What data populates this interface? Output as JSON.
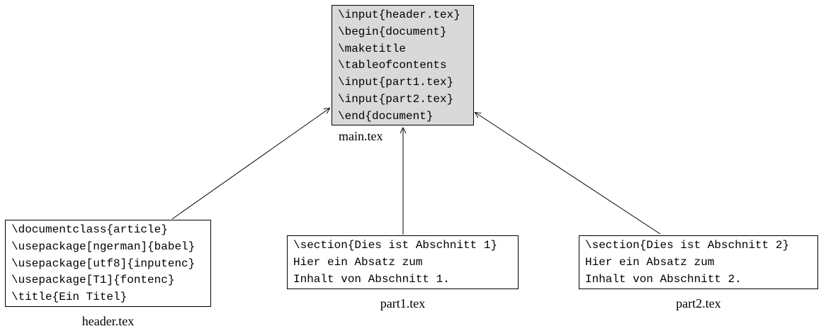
{
  "diagram": {
    "description": "LaTeX file inclusion structure",
    "colors": {
      "main_box_fill": "#d9d9d9",
      "sub_box_fill": "#ffffff",
      "box_border": "#000000",
      "arrow_color": "#000000",
      "text_color": "#000000"
    },
    "nodes": [
      {
        "id": "main",
        "label": "main.tex",
        "fill": "#d9d9d9",
        "code_lines": [
          "\\input{header.tex}",
          "\\begin{document}",
          "\\maketitle",
          "\\tableofcontents",
          "\\input{part1.tex}",
          "\\input{part2.tex}",
          "\\end{document}"
        ]
      },
      {
        "id": "header",
        "label": "header.tex",
        "fill": "#ffffff",
        "code_lines": [
          "\\documentclass{article}",
          "\\usepackage[ngerman]{babel}",
          "\\usepackage[utf8]{inputenc}",
          "\\usepackage[T1]{fontenc}",
          "\\title{Ein Titel}"
        ]
      },
      {
        "id": "part1",
        "label": "part1.tex",
        "fill": "#ffffff",
        "code_lines": [
          "\\section{Dies ist Abschnitt 1}",
          "Hier ein Absatz zum",
          "Inhalt von Abschnitt 1."
        ]
      },
      {
        "id": "part2",
        "label": "part2.tex",
        "fill": "#ffffff",
        "code_lines": [
          "\\section{Dies ist Abschnitt 2}",
          "Hier ein Absatz zum",
          "Inhalt von Abschnitt 2."
        ]
      }
    ],
    "edges": [
      {
        "from": "header.tex",
        "to": "main.tex",
        "arrowhead": "at main.tex left edge"
      },
      {
        "from": "part1.tex",
        "to": "main.tex",
        "arrowhead": "at main.tex bottom edge"
      },
      {
        "from": "part2.tex",
        "to": "main.tex",
        "arrowhead": "at main.tex right edge"
      }
    ]
  }
}
